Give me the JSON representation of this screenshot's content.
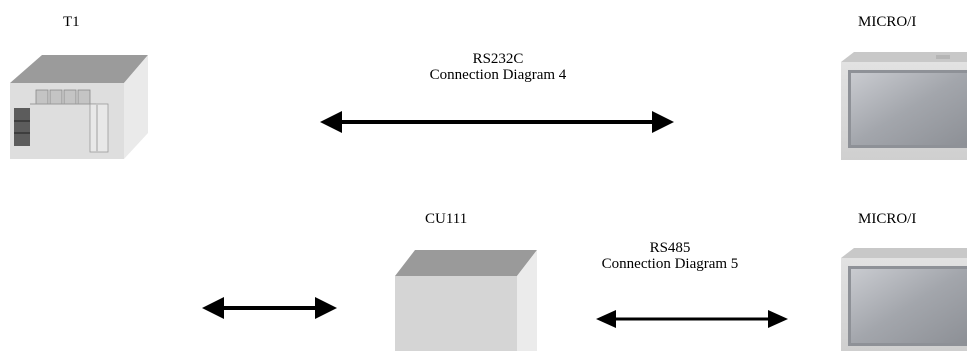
{
  "devices": {
    "t1": {
      "label": "T1"
    },
    "cu111": {
      "label": "CU111"
    },
    "micro_top": {
      "label": "MICRO/I"
    },
    "micro_bottom": {
      "label": "MICRO/I"
    }
  },
  "connections": {
    "top": {
      "protocol": "RS232C",
      "diagram": "Connection Diagram 4"
    },
    "bottom": {
      "protocol": "RS485",
      "diagram": "Connection Diagram 5"
    }
  },
  "colors": {
    "box_top": "#9a9a9a",
    "box_front": "#d8d8d8",
    "box_side": "#ebebeb",
    "screen": "#a9acb2",
    "arrow": "#000000"
  }
}
